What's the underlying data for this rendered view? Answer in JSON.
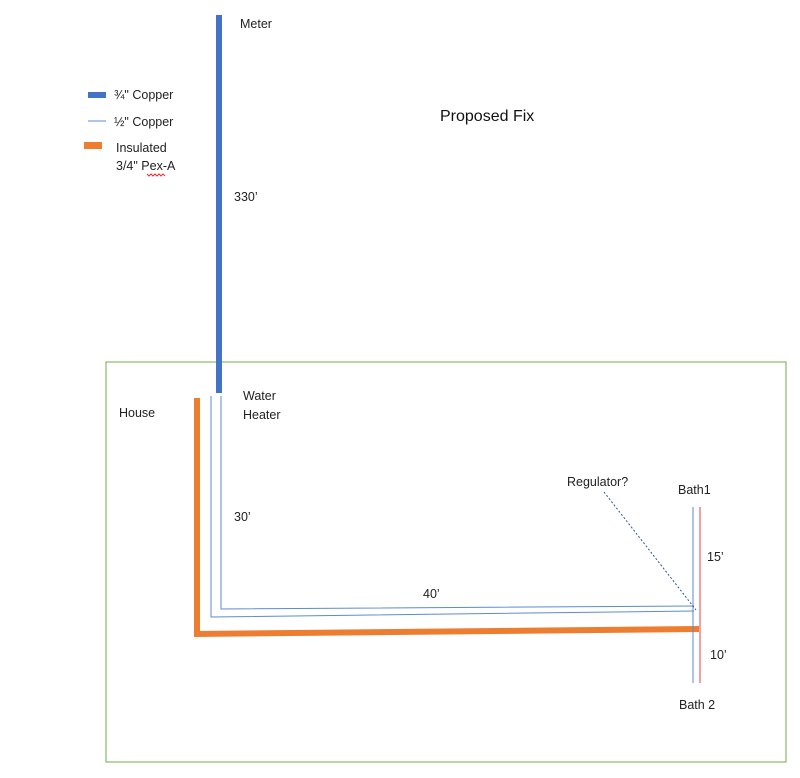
{
  "title": "Proposed Fix",
  "legend": {
    "items": [
      {
        "label": "¾\" Copper",
        "color": "#4472C4"
      },
      {
        "label": "½\" Copper",
        "color": "#5B8BD0"
      },
      {
        "label_line1": "Insulated",
        "label_line2": "3/4\" Pex-A",
        "color": "#ED7D31"
      }
    ]
  },
  "labels": {
    "meter": "Meter",
    "run_330": "330’",
    "house": "House",
    "water_heater_line1": "Water",
    "water_heater_line2": "Heater",
    "run_30": "30’",
    "run_40": "40’",
    "regulator": "Regulator?",
    "bath1": "Bath1",
    "run_15": "15’",
    "run_10": "10’",
    "bath2": "Bath 2"
  },
  "colors": {
    "copper_three_quarter": "#4472C4",
    "copper_half": "#5B8BD0",
    "pex": "#ED7D31",
    "hot_supply": "#F08080",
    "house_outline": "#70AD47"
  }
}
